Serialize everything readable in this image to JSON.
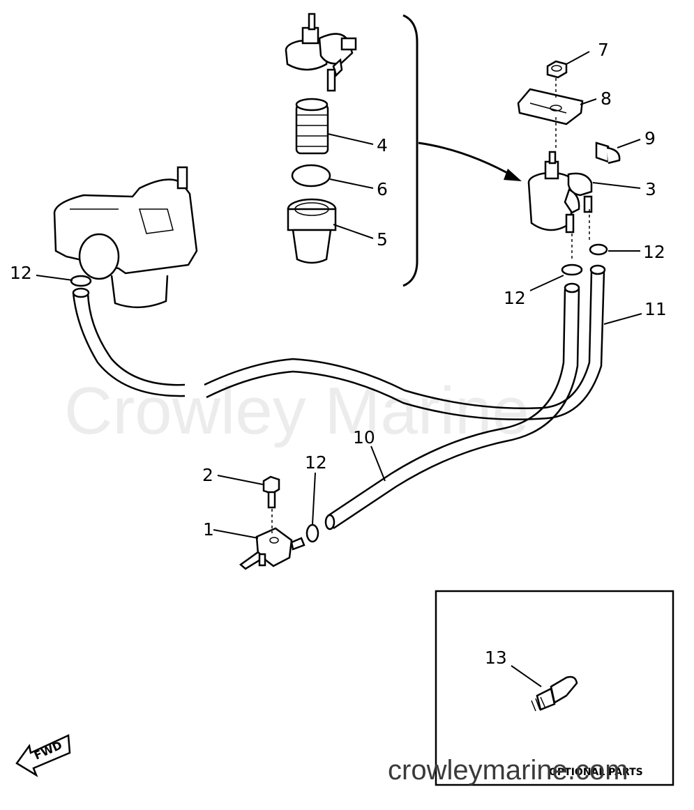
{
  "watermark": "Crowley Marine",
  "url": "crowleymarine.com",
  "optional_parts_label": "OPTIONAL PARTS",
  "fwd_label": "FWD",
  "callouts": {
    "c1": "1",
    "c2": "2",
    "c3": "3",
    "c4": "4",
    "c5": "5",
    "c6": "6",
    "c7": "7",
    "c8": "8",
    "c9": "9",
    "c10": "10",
    "c11": "11",
    "c12a": "12",
    "c12b": "12",
    "c12c": "12",
    "c12d": "12",
    "c13": "13"
  }
}
